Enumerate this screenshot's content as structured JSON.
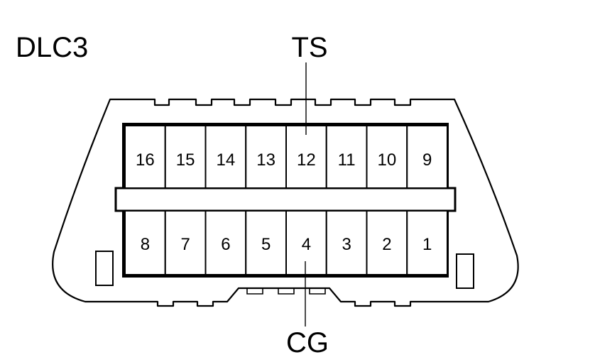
{
  "connector_name": "DLC3",
  "callouts": {
    "top": "TS",
    "bottom": "CG"
  },
  "pins": {
    "top_row": [
      "16",
      "15",
      "14",
      "13",
      "12",
      "11",
      "10",
      "9"
    ],
    "bottom_row": [
      "8",
      "7",
      "6",
      "5",
      "4",
      "3",
      "2",
      "1"
    ]
  },
  "colors": {
    "line": "#000000",
    "background": "#ffffff"
  }
}
